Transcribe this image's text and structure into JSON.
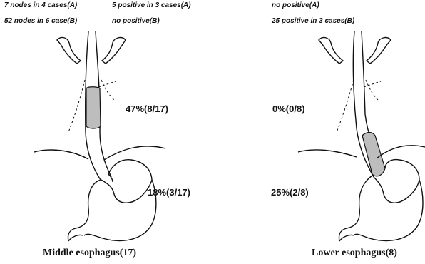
{
  "middle": {
    "notes": {
      "nodes_a": "7 nodes in 4 cases(A)",
      "nodes_b": "52 nodes in 6 case(B)",
      "positive_a": "5 positive in 3 cases(A)",
      "positive_b": "no positive(B)"
    },
    "upper_pct": "47%(8/17)",
    "lower_pct": "18%(3/17)",
    "caption": "Middle esophagus(17)"
  },
  "lower": {
    "notes": {
      "positive_a": "no positive(A)",
      "positive_b": "25 positive in 3 cases(B)"
    },
    "upper_pct": "0%(0/8)",
    "lower_pct": "25%(2/8)",
    "caption": "Lower esophagus(8)"
  },
  "colors": {
    "ink": "#111111",
    "tumor_fill": "#bdbdbd",
    "background": "#ffffff"
  }
}
